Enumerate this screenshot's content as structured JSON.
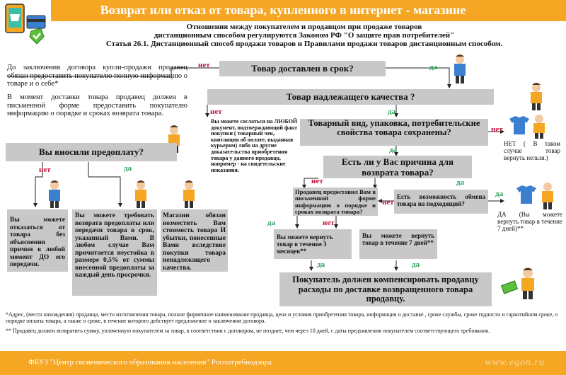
{
  "header": {
    "title": "Возврат или отказ от  товара, купленного в интернет - магазине",
    "subtitle_line1": "Отношения между покупателем и продавцом при продаже товаров",
    "subtitle_line2": "дистанционным способом регулируются Законом РФ \"О защите прав потребителей\"",
    "subtitle_line3": "Статья 26.1. Дистанционный способ продажи товаров и Правилами продажи товаров дистанционным способом."
  },
  "left_text": {
    "p1": "До заключения договора купли-продажи продавец обязан предоставить покупателю полную информацию о товаре и о себе*",
    "p2": "В момент доставки товара продавец должен в письменной форме предоставить покупателю информацию о порядке и сроках возврата товара."
  },
  "nodes": {
    "q_delivered": "Товар доставлен в срок?",
    "q_quality": "Товар надлежащего качества ?",
    "q_appearance": "Товарный вид, упаковка, потребительские свойства товара сохранены?",
    "q_reason": "Есть ли у Вас причина для возврата товара?",
    "q_prepaid": "Вы вносили предоплату?",
    "q_informed": "Продавец предоставил Вам в письменной форме информацию о порядке и сроках возврата товара?",
    "q_exchange": "Есть возможность обмена товара на подходящий?",
    "b_any_doc": "Вы можете сослаться на ЛЮБОЙ документ, подтверждающий факт покупки ( товарный чек, квитанция об оплате, выданная курьером) либо на другие доказательства приобретения товара у данного продавца, например - на свидетельские показания.",
    "b_refuse": "Вы можете отказаться от товара без объяснения причин в любой момент ДО его передачи.",
    "b_prepaid_return": "Вы можете требовать возврата предоплаты или передачи товара в срок, указанный Вами. В любом случае Вам причитается неустойка в размере 0,5% от суммы внесенной предоплаты за каждый день просрочки.",
    "b_shop_losses": "Магазин обязан возместить Вам стоимость товара И убытки, понесенные Вами вследствие покупки товара ненадлежащего качества.",
    "b_no_return": "НЕТ ( В таком случае товар вернуть нельзя.)",
    "b_yes_7days_right": "ДА (Вы можете вернуть товар в течение 7 дней)**",
    "b_3months": "Вы можете вернуть товар в течение 3 месяцев**",
    "b_7days": "Вы можете вернуть товар в течение 7 дней**",
    "b_final": "Покупатель должен компенсировать продавцу расходы по доставке возвращенного товара продавцу."
  },
  "labels": {
    "yes": "да",
    "no": "нет",
    "yes_big": "да"
  },
  "footnotes": {
    "f1": "*Адрес, (место нахождения) продавца, место изготовления товара, полное фирменное наименование продавца,  цена и условия приобретения товара, информация о доставке , сроке службы, сроке годности и гарантийном сроке, о порядке оплаты товара, а также о сроке, в течение которого действует предложение о заключении договора.",
    "f2": "** Продавец должен возвратить сумму, уплаченную покупателем за товар, в соответствии с договором, не позднее, чем через 10 дней, с даты предъявления покупателем соответствующего требования."
  },
  "footer": {
    "org": "ФБУЗ \"Центр гигиенического образования населения\" Роспотребнадзора",
    "site": "www.egon.ru"
  },
  "colors": {
    "header": "#f5a623",
    "box": "#c8c8c8",
    "no": "#c0143c",
    "yes": "#2e9e5b"
  }
}
